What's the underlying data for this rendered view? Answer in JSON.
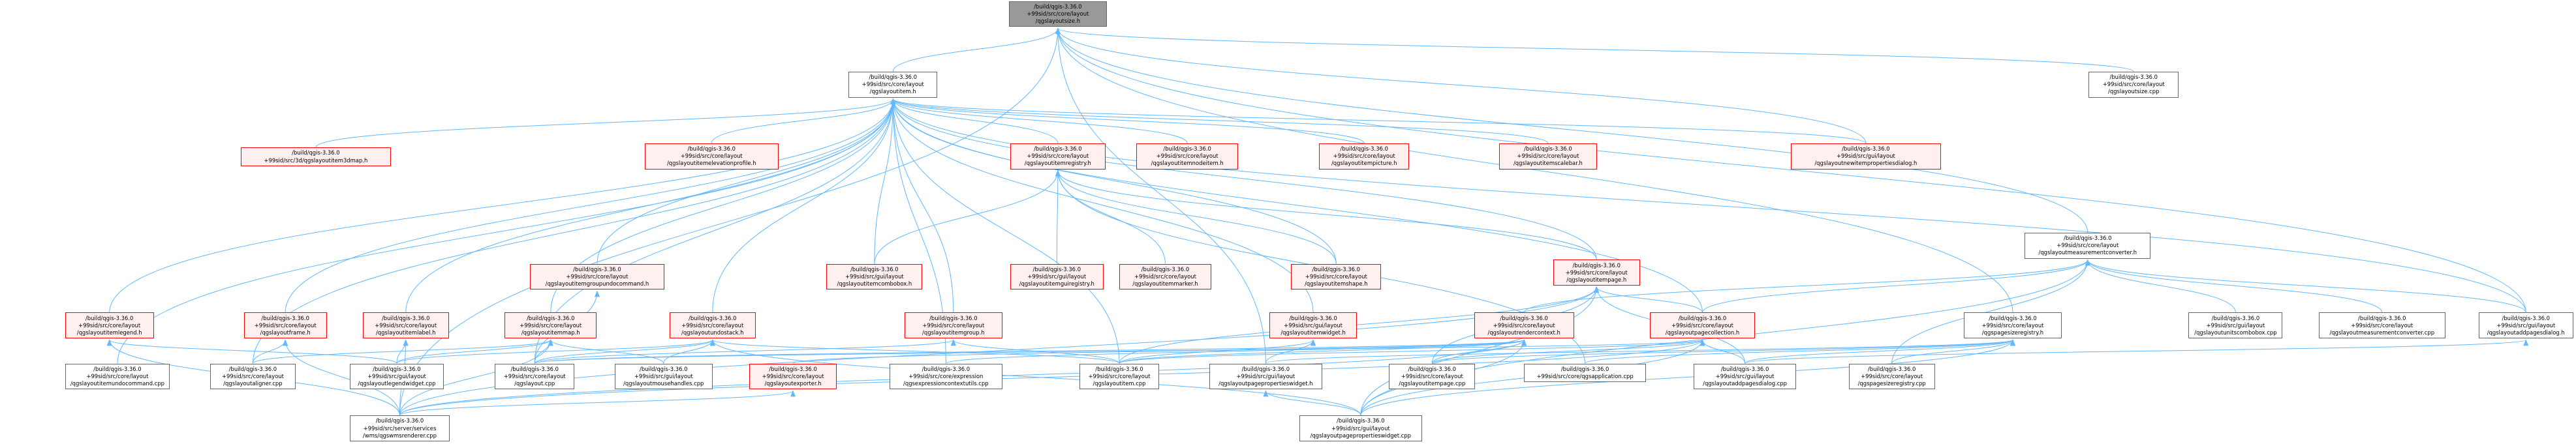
{
  "graph": {
    "root": "root",
    "nodes": [
      {
        "id": "root",
        "label": "/build/qgis-3.36.0\n+99sid/src/core/layout\n/qgslayoutsize.h",
        "style": "root"
      },
      {
        "id": "layoutitem_h",
        "label": "/build/qgis-3.36.0\n+99sid/src/core/layout\n/qgslayoutitem.h",
        "style": "plain"
      },
      {
        "id": "layoutsize_cpp",
        "label": "/build/qgis-3.36.0\n+99sid/src/core/layout\n/qgslayoutsize.cpp",
        "style": "plain"
      },
      {
        "id": "item3dmap",
        "label": "/build/qgis-3.36.0\n+99sid/src/3d/qgslayoutitem3dmap.h",
        "style": "red"
      },
      {
        "id": "elevprofile",
        "label": "/build/qgis-3.36.0\n+99sid/src/core/layout\n/qgslayoutitemelevationprofile.h",
        "style": "red"
      },
      {
        "id": "itemregistry_h",
        "label": "/build/qgis-3.36.0\n+99sid/src/core/layout\n/qgslayoutitemregistry.h",
        "style": "red"
      },
      {
        "id": "nodeitem",
        "label": "/build/qgis-3.36.0\n+99sid/src/core/layout\n/qgslayoutitemnodeitem.h",
        "style": "red"
      },
      {
        "id": "itempicture",
        "label": "/build/qgis-3.36.0\n+99sid/src/core/layout\n/qgslayoutitempicture.h",
        "style": "red"
      },
      {
        "id": "scalebar",
        "label": "/build/qgis-3.36.0\n+99sid/src/core/layout\n/qgslayoutitemscalebar.h",
        "style": "red"
      },
      {
        "id": "newitemprops",
        "label": "/build/qgis-3.36.0\n+99sid/src/gui/layout\n/qgslayoutnewitempropertiesdialog.h",
        "style": "red"
      },
      {
        "id": "measconv_h",
        "label": "/build/qgis-3.36.0\n+99sid/src/core/layout\n/qgslayoutmeasurementconverter.h",
        "style": "plain"
      },
      {
        "id": "groupundo",
        "label": "/build/qgis-3.36.0\n+99sid/src/core/layout\n/qgslayoutitemgroupundocommand.h",
        "style": "red"
      },
      {
        "id": "combobox_h",
        "label": "/build/qgis-3.36.0\n+99sid/src/gui/layout\n/qgslayoutitemcombobox.h",
        "style": "red"
      },
      {
        "id": "guiregistry",
        "label": "/build/qgis-3.36.0\n+99sid/src/gui/layout\n/qgslayoutitemguiregistry.h",
        "style": "red"
      },
      {
        "id": "itemmarker",
        "label": "/build/qgis-3.36.0\n+99sid/src/core/layout\n/qgslayoutitemmarker.h",
        "style": "red"
      },
      {
        "id": "itemshape",
        "label": "/build/qgis-3.36.0\n+99sid/src/core/layout\n/qgslayoutitemshape.h",
        "style": "red"
      },
      {
        "id": "itempage_h",
        "label": "/build/qgis-3.36.0\n+99sid/src/core/layout\n/qgslayoutitempage.h",
        "style": "red"
      },
      {
        "id": "itemlegend",
        "label": "/build/qgis-3.36.0\n+99sid/src/core/layout\n/qgslayoutitemlegend.h",
        "style": "red"
      },
      {
        "id": "itemframe",
        "label": "/build/qgis-3.36.0\n+99sid/src/core/layout\n/qgslayoutframe.h",
        "style": "red"
      },
      {
        "id": "itemlabel",
        "label": "/build/qgis-3.36.0\n+99sid/src/core/layout\n/qgslayoutitemlabel.h",
        "style": "red"
      },
      {
        "id": "itemmap",
        "label": "/build/qgis-3.36.0\n+99sid/src/core/layout\n/qgslayoutitemmap.h",
        "style": "red"
      },
      {
        "id": "undostack",
        "label": "/build/qgis-3.36.0\n+99sid/src/core/layout\n/qgslayoutundostack.h",
        "style": "red"
      },
      {
        "id": "itemgroup",
        "label": "/build/qgis-3.36.0\n+99sid/src/core/layout\n/qgslayoutitemgroup.h",
        "style": "red"
      },
      {
        "id": "itemwidget",
        "label": "/build/qgis-3.36.0\n+99sid/src/gui/layout\n/qgslayoutitemwidget.h",
        "style": "red"
      },
      {
        "id": "rendercontext",
        "label": "/build/qgis-3.36.0\n+99sid/src/core/layout\n/qgslayoutrendercontext.h",
        "style": "red"
      },
      {
        "id": "pagecollection",
        "label": "/build/qgis-3.36.0\n+99sid/src/core/layout\n/qgslayoutpagecollection.h",
        "style": "red"
      },
      {
        "id": "pagesizereg_h",
        "label": "/build/qgis-3.36.0\n+99sid/src/core/layout\n/qgspagesizeregistry.h",
        "style": "plain"
      },
      {
        "id": "unitscombo",
        "label": "/build/qgis-3.36.0\n+99sid/src/gui/layout\n/qgslayoutunitscombobox.cpp",
        "style": "plain"
      },
      {
        "id": "measconv_cpp",
        "label": "/build/qgis-3.36.0\n+99sid/src/core/layout\n/qgslayoutmeasurementconverter.cpp",
        "style": "plain"
      },
      {
        "id": "addpages_h",
        "label": "/build/qgis-3.36.0\n+99sid/src/gui/layout\n/qgslayoutaddpagesdialog.h",
        "style": "plain"
      },
      {
        "id": "itemundocmd",
        "label": "/build/qgis-3.36.0\n+99sid/src/core/layout\n/qgslayoutitemundocommand.cpp",
        "style": "plain"
      },
      {
        "id": "aligner",
        "label": "/build/qgis-3.36.0\n+99sid/src/core/layout\n/qgslayoutaligner.cpp",
        "style": "plain"
      },
      {
        "id": "legendwidget",
        "label": "/build/qgis-3.36.0\n+99sid/src/gui/layout\n/qgslayoutlegendwidget.cpp",
        "style": "plain"
      },
      {
        "id": "layout_cpp",
        "label": "/build/qgis-3.36.0\n+99sid/src/core/layout\n/qgslayout.cpp",
        "style": "plain"
      },
      {
        "id": "mousehandles",
        "label": "/build/qgis-3.36.0\n+99sid/src/gui/layout\n/qgslayoutmousehandles.cpp",
        "style": "plain"
      },
      {
        "id": "exporter_h",
        "label": "/build/qgis-3.36.0\n+99sid/src/core/layout\n/qgslayoutexporter.h",
        "style": "red"
      },
      {
        "id": "exprutils",
        "label": "/build/qgis-3.36.0\n+99sid/src/core/expression\n/qgsexpressioncontextutils.cpp",
        "style": "plain"
      },
      {
        "id": "layoutitem_cpp",
        "label": "/build/qgis-3.36.0\n+99sid/src/core/layout\n/qgslayoutitem.cpp",
        "style": "plain"
      },
      {
        "id": "pageprops_h",
        "label": "/build/qgis-3.36.0\n+99sid/src/gui/layout\n/qgslayoutpagepropertieswidget.h",
        "style": "plain"
      },
      {
        "id": "itempage_cpp",
        "label": "/build/qgis-3.36.0\n+99sid/src/core/layout\n/qgslayoutitempage.cpp",
        "style": "plain"
      },
      {
        "id": "application",
        "label": "/build/qgis-3.36.0\n+99sid/src/core/qgsapplication.cpp",
        "style": "plain"
      },
      {
        "id": "addpages_cpp",
        "label": "/build/qgis-3.36.0\n+99sid/src/gui/layout\n/qgslayoutaddpagesdialog.cpp",
        "style": "plain"
      },
      {
        "id": "pagesizereg_cpp",
        "label": "/build/qgis-3.36.0\n+99sid/src/core/layout\n/qgspagesizeregistry.cpp",
        "style": "plain"
      },
      {
        "id": "wmsrenderer",
        "label": "/build/qgis-3.36.0\n+99sid/src/server/services\n/wms/qgswmsrenderer.cpp",
        "style": "plain"
      },
      {
        "id": "pageprops_cpp",
        "label": "/build/qgis-3.36.0\n+99sid/src/gui/layout\n/qgslayoutpagepropertieswidget.cpp",
        "style": "plain"
      }
    ],
    "edges": [
      [
        "layoutitem_h",
        "root"
      ],
      [
        "layoutsize_cpp",
        "root"
      ],
      [
        "newitemprops",
        "root"
      ],
      [
        "measconv_h",
        "root"
      ],
      [
        "pagesizereg_h",
        "root"
      ],
      [
        "addpages_h",
        "root"
      ],
      [
        "pageprops_h",
        "root"
      ],
      [
        "wmsrenderer",
        "root"
      ],
      [
        "item3dmap",
        "layoutitem_h"
      ],
      [
        "elevprofile",
        "layoutitem_h"
      ],
      [
        "itemregistry_h",
        "layoutitem_h"
      ],
      [
        "nodeitem",
        "layoutitem_h"
      ],
      [
        "itempicture",
        "layoutitem_h"
      ],
      [
        "scalebar",
        "layoutitem_h"
      ],
      [
        "newitemprops",
        "layoutitem_h"
      ],
      [
        "groupundo",
        "layoutitem_h"
      ],
      [
        "combobox_h",
        "layoutitem_h"
      ],
      [
        "itemshape",
        "layoutitem_h"
      ],
      [
        "itempage_h",
        "layoutitem_h"
      ],
      [
        "itemlegend",
        "layoutitem_h"
      ],
      [
        "itemframe",
        "layoutitem_h"
      ],
      [
        "itemlabel",
        "layoutitem_h"
      ],
      [
        "itemmap",
        "layoutitem_h"
      ],
      [
        "undostack",
        "layoutitem_h"
      ],
      [
        "itemgroup",
        "layoutitem_h"
      ],
      [
        "itemwidget",
        "layoutitem_h"
      ],
      [
        "pagecollection",
        "layoutitem_h"
      ],
      [
        "itemundocmd",
        "layoutitem_h"
      ],
      [
        "aligner",
        "layoutitem_h"
      ],
      [
        "layout_cpp",
        "layoutitem_h"
      ],
      [
        "exprutils",
        "layoutitem_h"
      ],
      [
        "layoutitem_cpp",
        "layoutitem_h"
      ],
      [
        "addpages_h",
        "layoutitem_h"
      ],
      [
        "combobox_h",
        "itemregistry_h"
      ],
      [
        "guiregistry",
        "itemregistry_h"
      ],
      [
        "itemmarker",
        "itemregistry_h"
      ],
      [
        "itemshape",
        "itemregistry_h"
      ],
      [
        "itempage_h",
        "itemregistry_h"
      ],
      [
        "application",
        "itemregistry_h"
      ],
      [
        "unitscombo",
        "measconv_h"
      ],
      [
        "measconv_cpp",
        "measconv_h"
      ],
      [
        "addpages_h",
        "measconv_h"
      ],
      [
        "rendercontext",
        "measconv_h"
      ],
      [
        "pagecollection",
        "measconv_h"
      ],
      [
        "pageprops_cpp",
        "measconv_h"
      ],
      [
        "pagesizereg_cpp",
        "measconv_h"
      ],
      [
        "layout_cpp",
        "groupundo"
      ],
      [
        "pagecollection",
        "itempage_h"
      ],
      [
        "itempage_cpp",
        "itempage_h"
      ],
      [
        "pageprops_cpp",
        "itempage_h"
      ],
      [
        "wmsrenderer",
        "itempage_h"
      ],
      [
        "addpages_cpp",
        "itempage_h"
      ],
      [
        "layoutitem_cpp",
        "itempage_h"
      ],
      [
        "wmsrenderer",
        "itemlegend"
      ],
      [
        "legendwidget",
        "itemlegend"
      ],
      [
        "wmsrenderer",
        "itemframe"
      ],
      [
        "aligner",
        "itemframe"
      ],
      [
        "wmsrenderer",
        "itemlabel"
      ],
      [
        "legendwidget",
        "itemlabel"
      ],
      [
        "wmsrenderer",
        "itemmap"
      ],
      [
        "legendwidget",
        "itemmap"
      ],
      [
        "mousehandles",
        "itemmap"
      ],
      [
        "layout_cpp",
        "itemmap"
      ],
      [
        "aligner",
        "itemmap"
      ],
      [
        "layout_cpp",
        "undostack"
      ],
      [
        "legendwidget",
        "undostack"
      ],
      [
        "mousehandles",
        "undostack"
      ],
      [
        "layoutitem_cpp",
        "undostack"
      ],
      [
        "pageprops_cpp",
        "undostack"
      ],
      [
        "layout_cpp",
        "itemgroup"
      ],
      [
        "layoutitem_cpp",
        "itemgroup"
      ],
      [
        "layoutitem_cpp",
        "itemwidget"
      ],
      [
        "pageprops_h",
        "itemwidget"
      ],
      [
        "exporter_h",
        "rendercontext"
      ],
      [
        "layout_cpp",
        "rendercontext"
      ],
      [
        "exprutils",
        "rendercontext"
      ],
      [
        "layoutitem_cpp",
        "rendercontext"
      ],
      [
        "wmsrenderer",
        "rendercontext"
      ],
      [
        "itempage_cpp",
        "rendercontext"
      ],
      [
        "pageprops_cpp",
        "rendercontext"
      ],
      [
        "wmsrenderer",
        "exporter_h"
      ],
      [
        "layout_cpp",
        "pagecollection"
      ],
      [
        "itempage_cpp",
        "pagecollection"
      ],
      [
        "addpages_cpp",
        "pagecollection"
      ],
      [
        "pageprops_cpp",
        "pagecollection"
      ],
      [
        "layoutitem_cpp",
        "pagecollection"
      ],
      [
        "wmsrenderer",
        "pagecollection"
      ],
      [
        "pageprops_h",
        "pagesizereg_h"
      ],
      [
        "itempage_cpp",
        "pagesizereg_h"
      ],
      [
        "application",
        "pagesizereg_h"
      ],
      [
        "addpages_cpp",
        "pagesizereg_h"
      ],
      [
        "pagesizereg_cpp",
        "pagesizereg_h"
      ],
      [
        "pageprops_cpp",
        "pagesizereg_h"
      ],
      [
        "addpages_cpp",
        "addpages_h"
      ],
      [
        "pageprops_cpp",
        "pageprops_h"
      ]
    ]
  },
  "colors": {
    "edge": "#63b8ff",
    "border_plain": "#666666",
    "border_red": "#ff0000",
    "fill_red": "#fff0f0",
    "fill_root": "#999999"
  }
}
